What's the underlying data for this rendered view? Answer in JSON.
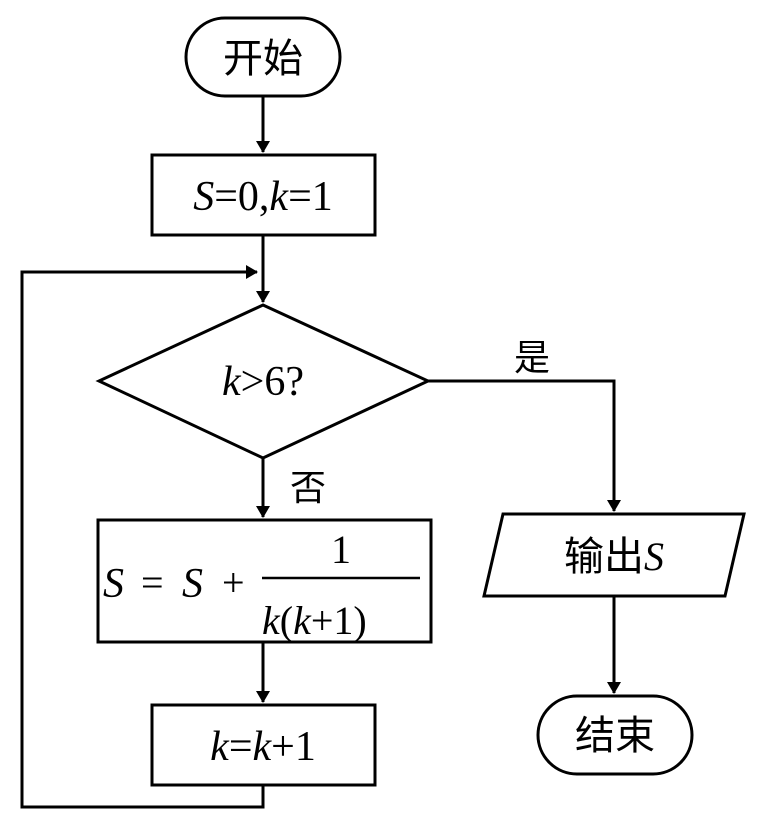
{
  "start": {
    "label": "开始"
  },
  "init": {
    "S": "S",
    "eq1": "=0,",
    "k": "k",
    "eq2": "=1"
  },
  "decision": {
    "k": "k",
    "rest": ">6?"
  },
  "yes_label": "是",
  "no_label": "否",
  "update_s": {
    "lhs": "S",
    "op1": "=",
    "rhs_s": "S",
    "op2": "+",
    "numerator": "1",
    "den_k1": "k",
    "den_paren_open": "(",
    "den_k2": "k",
    "den_plus": "+1)"
  },
  "increment": {
    "k1": "k",
    "eq": "=",
    "k2": "k",
    "plus": "+1"
  },
  "output": {
    "label": "输出",
    "var": "S"
  },
  "end": {
    "label": "结束"
  },
  "colors": {
    "stroke": "#000000",
    "background": "#ffffff"
  }
}
